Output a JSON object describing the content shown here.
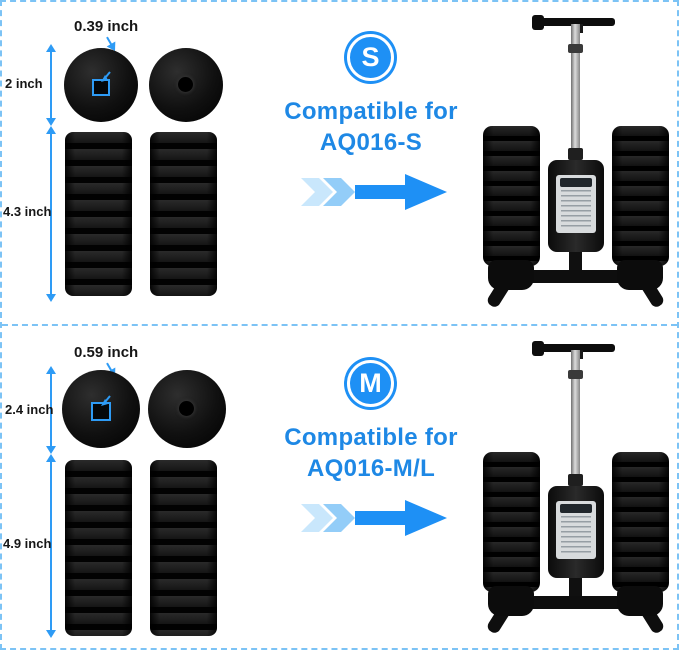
{
  "theme": {
    "accent_blue": "#1e90f5",
    "text_blue": "#1e88e5",
    "dashed_border_blue": "#7cc3f5",
    "sponge_black": "#141414"
  },
  "sections": [
    {
      "badge": "S",
      "hole_dim": "0.39 inch",
      "cap_dim": "2 inch",
      "body_dim": "4.3 inch",
      "compat_line1": "Compatible for",
      "compat_line2": "AQ016-S"
    },
    {
      "badge": "M",
      "hole_dim": "0.59 inch",
      "cap_dim": "2.4 inch",
      "body_dim": "4.9 inch",
      "compat_line1": "Compatible for",
      "compat_line2": "AQ016-M/L"
    }
  ]
}
